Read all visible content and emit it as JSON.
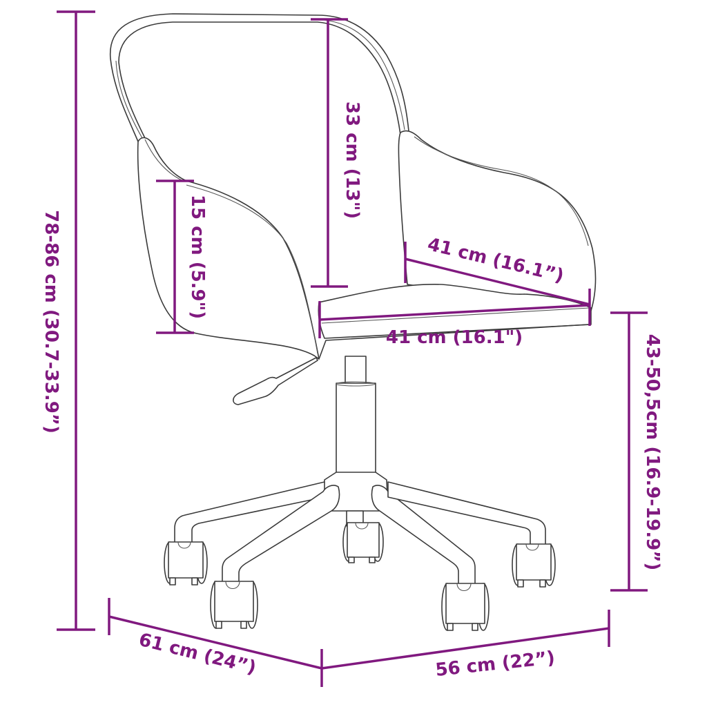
{
  "diagram": {
    "subject": "Swivel office chair with armrests, 5-star caster base",
    "accent_color": "#80197f",
    "line_color": "#3a3a3a"
  },
  "dimensions": {
    "total_height": "78-86 cm (30.7-33.9”)",
    "backrest_height": "33 cm (13\")",
    "armrest_height": "15 cm (5.9\")",
    "seat_depth": "41 cm (16.1”)",
    "seat_width": "41 cm (16.1\")",
    "seat_height": "43-50,5cm (16.9-19.9”)",
    "base_depth": "61 cm (24”)",
    "base_width": "56 cm (22”)"
  }
}
